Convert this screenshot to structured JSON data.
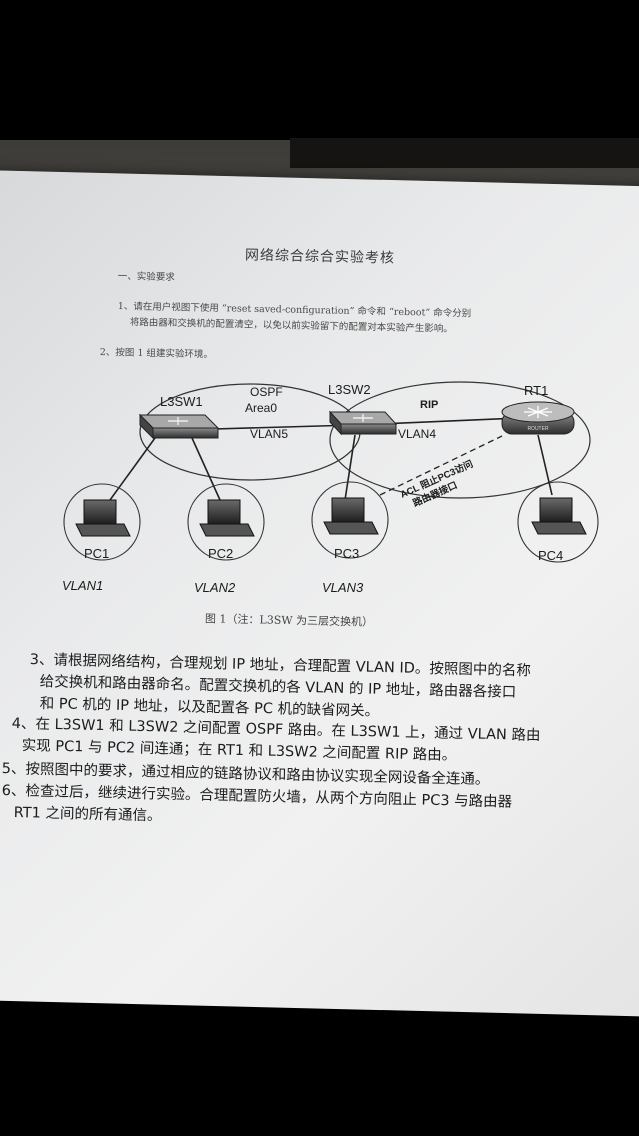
{
  "document": {
    "title": "网络综合综合实验考核",
    "section_heading": "一、实验要求",
    "req1_line1": "1、请在用户视图下使用 “reset saved-configuration” 命令和 “reboot” 命令分别",
    "req1_line2": "将路由器和交换机的配置清空，以免以前实验留下的配置对本实验产生影响。",
    "req2": "2、按图 1 组建实验环境。",
    "figure_caption": "图 1（注：L3SW 为三层交换机）",
    "req3_line1": "3、请根据网络结构，合理规划 IP 地址，合理配置 VLAN ID。按照图中的名称",
    "req3_line2": "给交换机和路由器命名。配置交换机的各 VLAN 的 IP 地址，路由器各接口",
    "req3_line3": "和 PC 机的 IP 地址，以及配置各 PC 机的缺省网关。",
    "req4_line1": "4、在 L3SW1 和 L3SW2 之间配置 OSPF 路由。在 L3SW1 上，通过 VLAN 路由",
    "req4_line2": "实现 PC1 与 PC2 间连通；在 RT1 和 L3SW2 之间配置 RIP 路由。",
    "req5": "5、按照图中的要求，通过相应的链路协议和路由协议实现全网设备全连通。",
    "req6_line1": "6、检查过后，继续进行实验。合理配置防火墙，从两个方向阻止 PC3 与路由器",
    "req6_line2": "RT1 之间的所有通信。"
  },
  "diagram": {
    "l3sw1": "L3SW1",
    "l3sw2": "L3SW2",
    "rt1": "RT1",
    "ospf": "OSPF",
    "area0": "Area0",
    "vlan5": "VLAN5",
    "rip": "RIP",
    "vlan4": "VLAN4",
    "acl_line1": "ACL 阻止PC3访问",
    "acl_line2": "路由器接口",
    "pc1": "PC1",
    "pc2": "PC2",
    "pc3": "PC3",
    "pc4": "PC4",
    "vlan1": "VLAN1",
    "vlan2": "VLAN2",
    "vlan3": "VLAN3",
    "router_badge": "ROUTER"
  }
}
